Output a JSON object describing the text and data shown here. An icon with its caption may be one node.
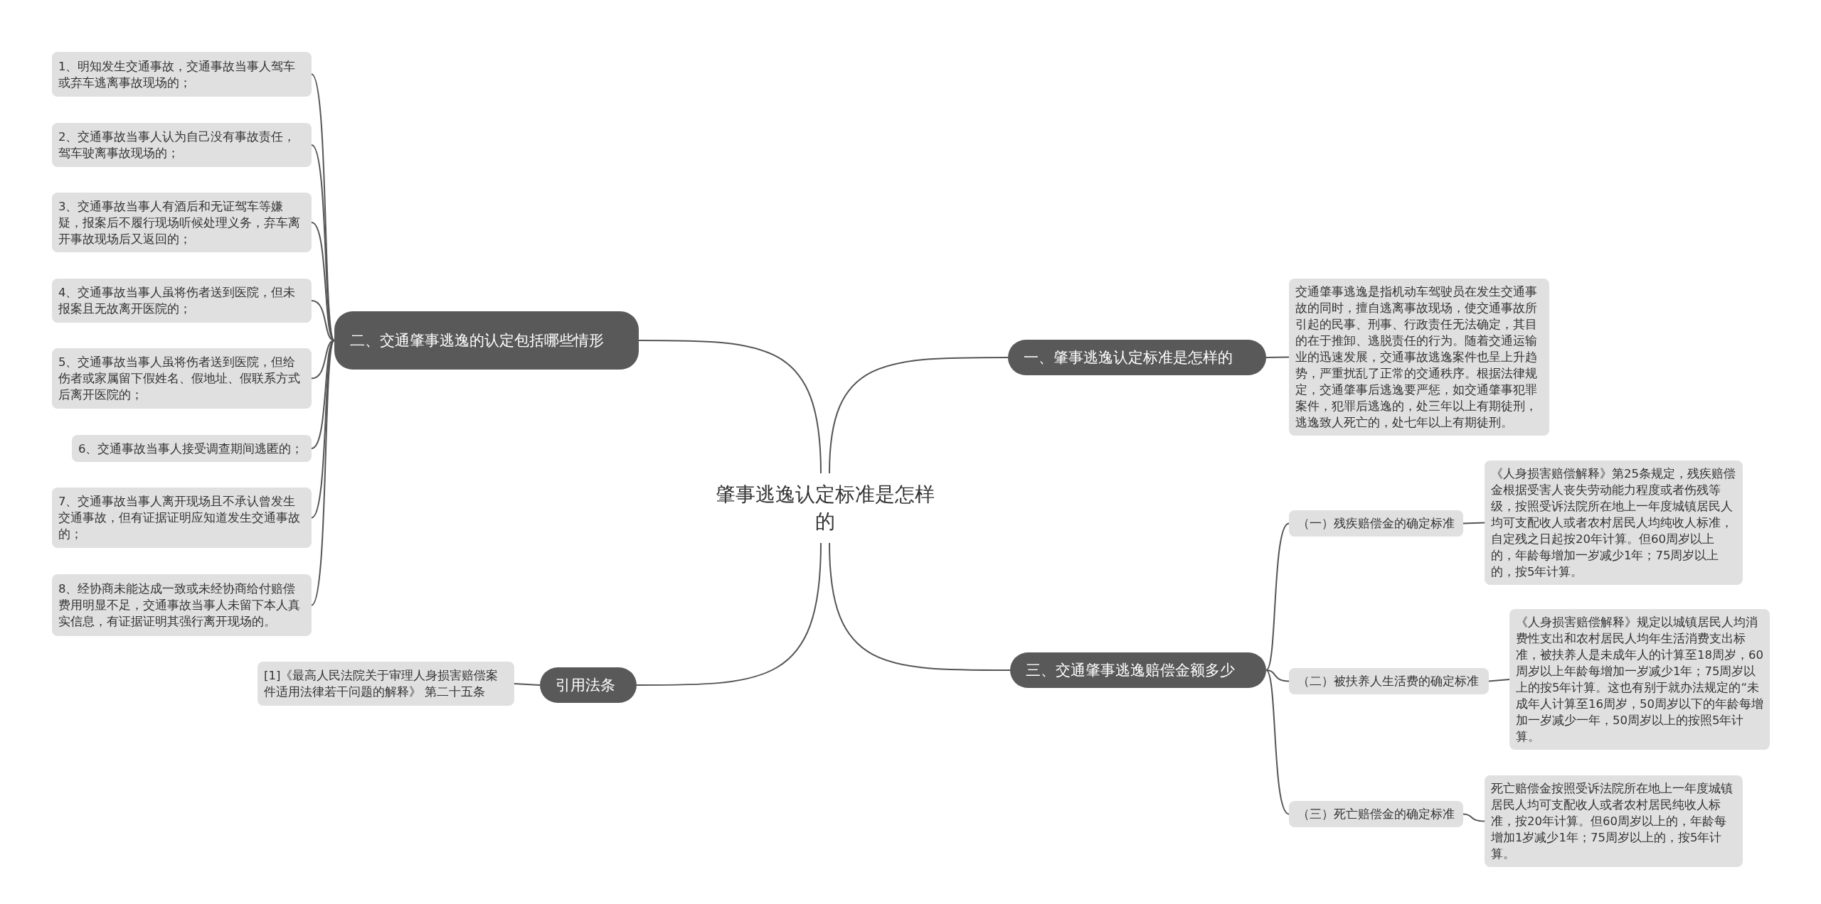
{
  "diagram": {
    "nodes": [
      {
        "text": [
          "肇事逃逸认定标准是怎样的"
        ]
      },
      {
        "text": [
          "一、肇事逃逸认定标准是怎样的"
        ]
      },
      {
        "text": [
          "交通肇事逃逸是指机动车驾驶员在发生交通事故的同时，擅自逃离事故现场，使交通事故所引起的民事、刑事、行政责任无法确定，其目的在于推卸、逃脱责任的行为。随着交通运输业的迅速发展，交通事故逃逸案件也呈上升趋势，严重扰乱了正常的交通秩序。根据法律规定，交通肇事后逃逸要严惩，如交通肇事犯罪案件，犯罪后逃逸的，处三年以上有期徒刑，逃逸致人死亡的，处七年以上有期徒刑。"
        ]
      },
      {
        "text": [
          "二、交通肇事逃逸的认定包括哪些情形"
        ]
      },
      {
        "text": [
          "1、明知发生交通事故，交通事故当事人驾车或弃车逃离事故现场的；"
        ]
      },
      {
        "text": [
          "2、交通事故当事人认为自己没有事故责任，驾车驶离事故现场的；"
        ]
      },
      {
        "text": [
          "3、交通事故当事人有酒后和无证驾车等嫌疑，报案后不履行现场听候处理义务，弃车离开事故现场后又返回的；"
        ]
      },
      {
        "text": [
          "4、交通事故当事人虽将伤者送到医院，但未报案且无故离开医院的；"
        ]
      },
      {
        "text": [
          "5、交通事故当事人虽将伤者送到医院，但给伤者或家属留下假姓名、假地址、假联系方式后离开医院的；"
        ]
      },
      {
        "text": [
          "6、交通事故当事人接受调查期间逃匿的；"
        ]
      },
      {
        "text": [
          "7、交通事故当事人离开现场且不承认曾发生交通事故，但有证据证明应知道发生交通事故的；"
        ]
      },
      {
        "text": [
          "8、经协商未能达成一致或未经协商给付赔偿费用明显不足，交通事故当事人未留下本人真实信息，有证据证明其强行离开现场的。"
        ]
      },
      {
        "text": [
          "三、交通肇事逃逸赔偿金额多少"
        ]
      },
      {
        "text": [
          "（一）残疾赔偿金的确定标准"
        ]
      },
      {
        "text": [
          "《人身损害赔偿解释》第25条规定，残疾赔偿金根据受害人丧失劳动能力程度或者伤残等级，按照受诉法院所在地上一年度城镇居民人均可支配收人或者农村居民人均纯收人标准，自定残之日起按20年计算。但60周岁以上的，年龄每增加一岁减少1年；75周岁以上的，按5年计算。"
        ]
      },
      {
        "text": [
          "（二）被扶养人生活费的确定标准"
        ]
      },
      {
        "text": [
          "《人身损害赔偿解释》规定以城镇居民人均消费性支出和农村居民人均年生活消费支出标准，被扶养人是未成年人的计算至18周岁，60周岁以上年龄每增加一岁减少1年；75周岁以上的按5年计算。这也有别于就办法规定的“未成年人计算至16周岁，50周岁以下的年龄每增加一岁减少一年，50周岁以上的按照5年计算。"
        ]
      },
      {
        "text": [
          "（三）死亡赔偿金的确定标准"
        ]
      },
      {
        "text": [
          "死亡赔偿金按照受诉法院所在地上一年度城镇居民人均可支配收人或者农村居民纯收人标准，按20年计算。但60周岁以上的，年龄每增加1岁减少1年；75周岁以上的，按5年计算。"
        ]
      },
      {
        "text": [
          "引用法条"
        ]
      },
      {
        "text": [
          "[1]《最高人民法院关于审理人身损害赔偿案件适用法律若干问题的解释》 第二十五条"
        ]
      }
    ],
    "edges": [
      {
        "from": 0,
        "to": 1,
        "arrow": "none"
      },
      {
        "from": 1,
        "to": 2,
        "arrow": "none"
      },
      {
        "from": 0,
        "to": 3,
        "arrow": "none"
      },
      {
        "from": 3,
        "to": 4,
        "arrow": "none"
      },
      {
        "from": 3,
        "to": 5,
        "arrow": "none"
      },
      {
        "from": 3,
        "to": 6,
        "arrow": "none"
      },
      {
        "from": 3,
        "to": 7,
        "arrow": "none"
      },
      {
        "from": 3,
        "to": 8,
        "arrow": "none"
      },
      {
        "from": 3,
        "to": 9,
        "arrow": "none"
      },
      {
        "from": 3,
        "to": 10,
        "arrow": "none"
      },
      {
        "from": 3,
        "to": 11,
        "arrow": "none"
      },
      {
        "from": 0,
        "to": 12,
        "arrow": "none"
      },
      {
        "from": 12,
        "to": 13,
        "arrow": "none"
      },
      {
        "from": 13,
        "to": 14,
        "arrow": "none"
      },
      {
        "from": 12,
        "to": 15,
        "arrow": "none"
      },
      {
        "from": 15,
        "to": 16,
        "arrow": "none"
      },
      {
        "from": 12,
        "to": 17,
        "arrow": "none"
      },
      {
        "from": 17,
        "to": 18,
        "arrow": "none"
      },
      {
        "from": 0,
        "to": 19,
        "arrow": "none"
      },
      {
        "from": 19,
        "to": 20,
        "arrow": "none"
      }
    ]
  }
}
